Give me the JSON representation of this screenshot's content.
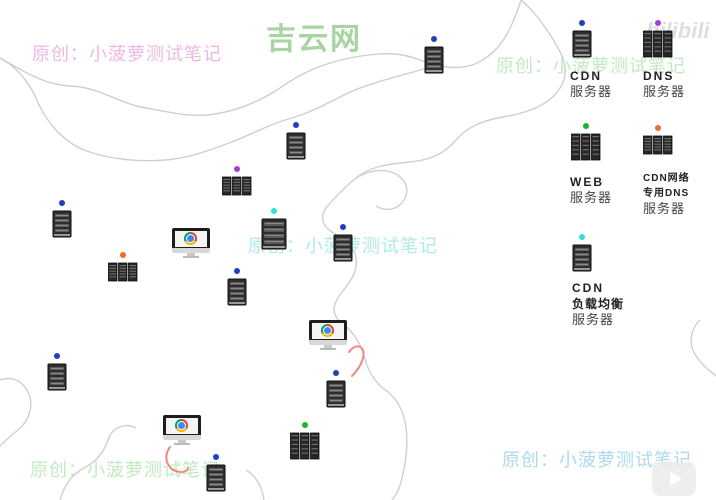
{
  "logo_text": "吉云网",
  "bilibili_mark": "bilibili",
  "watermark_text": "原创：小菠萝测试笔记",
  "colors": {
    "blue": "#1f3fbf",
    "purple": "#a83cd6",
    "green": "#1cb52a",
    "orange": "#f06a28",
    "cyan": "#2ee0e0",
    "arrow": "#f08a80"
  },
  "legend": {
    "cdn": {
      "line1": "CDN",
      "line2": "服务器",
      "color_key": "blue"
    },
    "dns": {
      "line1": "DNS",
      "line2": "服务器",
      "color_key": "purple"
    },
    "web": {
      "line1": "WEB",
      "line2": "服务器",
      "color_key": "green"
    },
    "cdn_dns": {
      "line1": "CDN网络",
      "line1b": "专用DNS",
      "line2": "服务器",
      "color_key": "orange"
    },
    "lb": {
      "line1": "CDN",
      "line1b": "负载均衡",
      "line2": "服务器",
      "color_key": "cyan"
    }
  }
}
